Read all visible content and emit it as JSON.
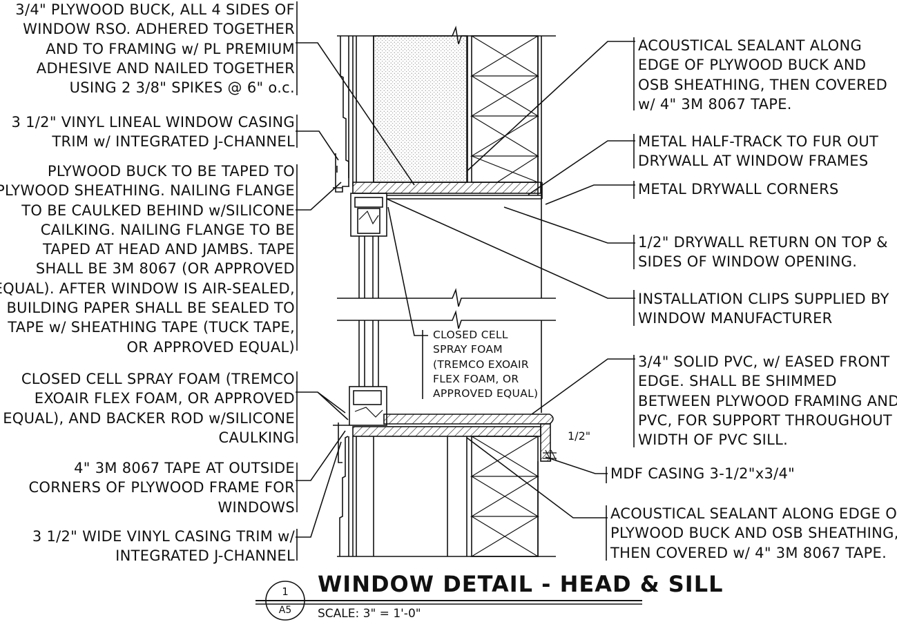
{
  "notes_left": [
    {
      "id": "plywood-buck",
      "lines": [
        "3/4\" PLYWOOD BUCK, ALL 4 SIDES OF",
        "WINDOW RSO. ADHERED TOGETHER",
        "AND TO FRAMING w/ PL PREMIUM",
        "ADHESIVE AND NAILED TOGETHER",
        "USING 2 3/8\" SPIKES @ 6\" o.c."
      ]
    },
    {
      "id": "vinyl-casing-head",
      "lines": [
        "3 1/2\" VINYL LINEAL WINDOW CASING",
        "TRIM w/ INTEGRATED J-CHANNEL"
      ]
    },
    {
      "id": "buck-taping",
      "lines": [
        "PLYWOOD BUCK TO BE TAPED TO",
        "PLYWOOD SHEATHING. NAILING FLANGE",
        "TO BE CAULKED BEHIND w/SILICONE",
        "CAILKING. NAILING FLANGE TO BE",
        "TAPED AT HEAD AND JAMBS. TAPE",
        "SHALL BE 3M 8067 (OR APPROVED",
        "EQUAL). AFTER WINDOW IS AIR-SEALED,",
        "BUILDING PAPER SHALL BE SEALED TO",
        "TAPE w/ SHEATHING TAPE (TUCK TAPE,",
        "OR APPROVED EQUAL)"
      ]
    },
    {
      "id": "spray-foam-sill",
      "lines": [
        "CLOSED CELL SPRAY FOAM (TREMCO",
        "EXOAIR FLEX FOAM, OR APPROVED",
        "EQUAL), AND BACKER ROD w/SILICONE",
        "CAULKING"
      ]
    },
    {
      "id": "tape-corners",
      "lines": [
        "4\" 3M 8067 TAPE AT OUTSIDE",
        "CORNERS OF PLYWOOD FRAME FOR",
        "WINDOWS"
      ]
    },
    {
      "id": "vinyl-casing-sill",
      "lines": [
        "3 1/2\" WIDE VINYL CASING TRIM w/",
        "INTEGRATED J-CHANNEL"
      ]
    }
  ],
  "notes_right": [
    {
      "id": "acoustical-sealant-head",
      "lines": [
        "ACOUSTICAL SEALANT ALONG",
        "EDGE OF PLYWOOD BUCK AND",
        "OSB SHEATHING, THEN COVERED",
        "w/ 4\" 3M 8067 TAPE."
      ]
    },
    {
      "id": "metal-half-track",
      "lines": [
        "METAL HALF-TRACK TO FUR OUT",
        "DRYWALL AT WINDOW FRAMES"
      ]
    },
    {
      "id": "metal-drywall-corners",
      "lines": [
        "METAL DRYWALL CORNERS"
      ]
    },
    {
      "id": "drywall-return",
      "lines": [
        "1/2\" DRYWALL RETURN ON TOP &",
        "SIDES OF WINDOW OPENING."
      ]
    },
    {
      "id": "installation-clips",
      "lines": [
        "INSTALLATION CLIPS SUPPLIED BY",
        "WINDOW MANUFACTURER"
      ]
    },
    {
      "id": "pvc-sill",
      "lines": [
        "3/4\" SOLID PVC, w/ EASED FRONT",
        "EDGE. SHALL BE SHIMMED",
        "BETWEEN PLYWOOD FRAMING AND",
        "PVC, FOR SUPPORT THROUGHOUT",
        "WIDTH OF PVC SILL."
      ]
    },
    {
      "id": "mdf-casing",
      "lines": [
        "MDF CASING 3-1/2\"x3/4\""
      ]
    },
    {
      "id": "acoustical-sealant-sill",
      "lines": [
        "ACOUSTICAL SEALANT ALONG EDGE OF",
        "PLYWOOD BUCK AND OSB SHEATHING,",
        "THEN COVERED w/ 4\" 3M 8067 TAPE."
      ]
    }
  ],
  "note_center": {
    "id": "spray-foam-center",
    "lines": [
      "CLOSED CELL",
      "SPRAY FOAM",
      "(TREMCO EXOAIR",
      "FLEX FOAM, OR",
      "APPROVED EQUAL)"
    ]
  },
  "dimension_label": "1/2\"",
  "title_block": {
    "title": "WINDOW DETAIL - HEAD & SILL",
    "scale": "SCALE: 3\" = 1'-0\"",
    "detail_number": "1",
    "sheet": "A5"
  },
  "colors": {
    "line": "#111111",
    "background": "#ffffff",
    "hatch": "#222222"
  }
}
